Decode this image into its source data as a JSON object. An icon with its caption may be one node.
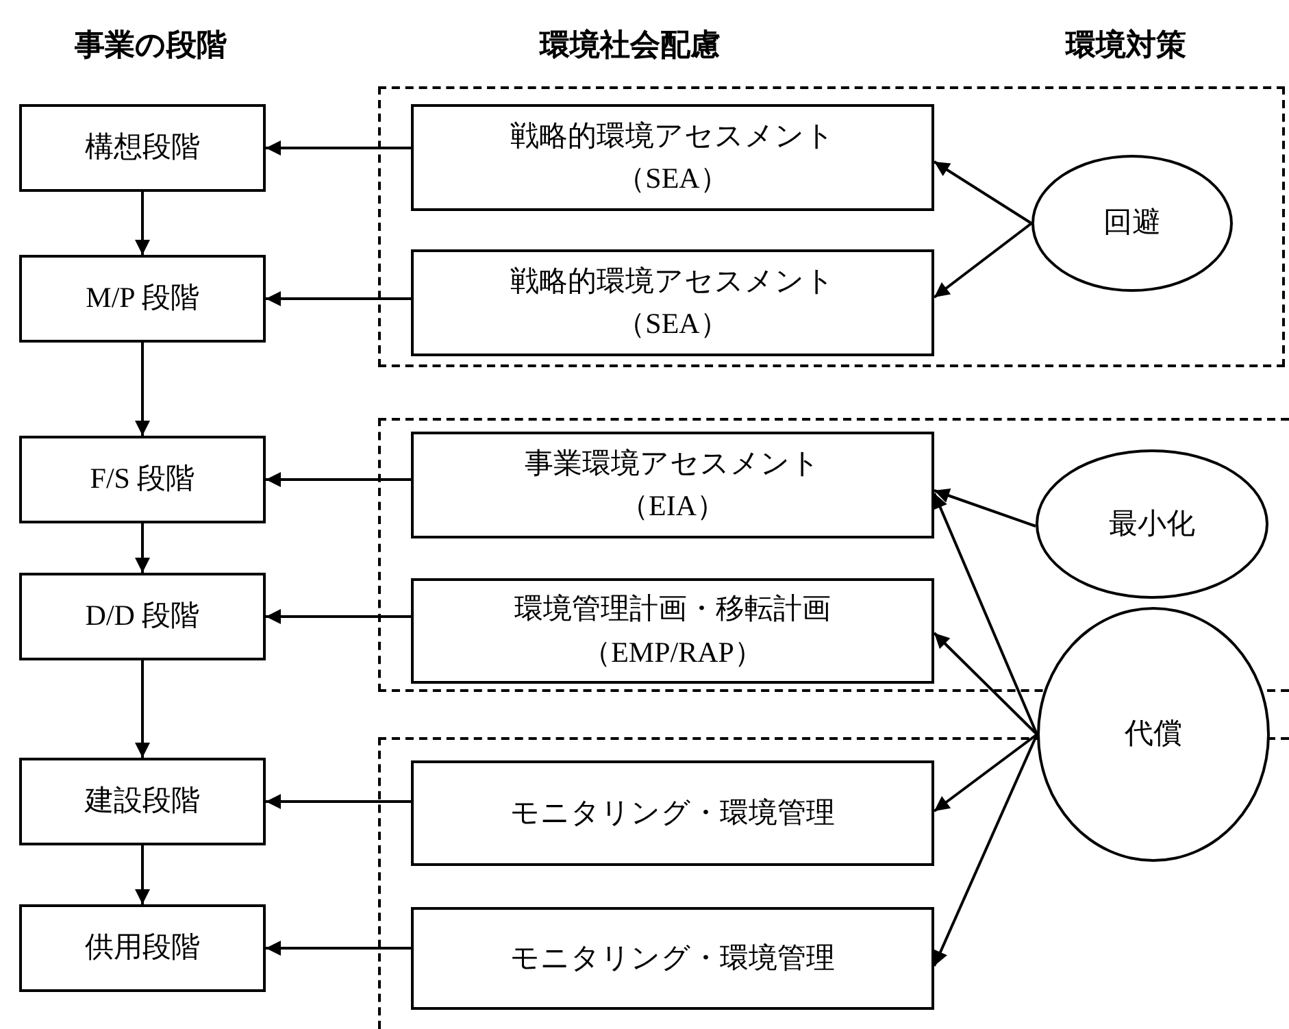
{
  "diagram": {
    "nodes": [
      {
        "text": [],
        "shape": "box"
      },
      {
        "text": [
          "構想段階"
        ]
      },
      {
        "text": [
          "戦略的環境アセスメント（SEA）"
        ],
        "in": 0
      },
      {
        "text": [
          "回避"
        ],
        "in": 0
      },
      {
        "text": [
          "M/P 段階"
        ]
      },
      {
        "text": [
          "戦略的環境アセスメント（SEA）"
        ],
        "in": 0
      },
      {
        "text": [],
        "shape": "box"
      },
      {
        "text": [
          "F/S 段階"
        ]
      },
      {
        "text": [
          "事業環境アセスメント（EIA）"
        ],
        "in": 6
      },
      {
        "text": [
          "最小化"
        ],
        "in": 6
      },
      {
        "text": [
          "D/D 段階"
        ]
      },
      {
        "text": [
          "環境管理計画・移転計画（EMP/RAP）"
        ],
        "in": 6
      },
      {
        "text": [],
        "shape": "box"
      },
      {
        "text": [
          "建設段階"
        ]
      },
      {
        "text": [
          "モニタリング・環境管理"
        ],
        "in": 12
      },
      {
        "text": [
          "代償"
        ]
      },
      {
        "text": [
          "供用段階"
        ]
      },
      {
        "text": [
          "モニタリング・環境管理"
        ],
        "in": 12
      }
    ],
    "edges": [
      {
        "from": 1,
        "to": 4,
        "arrow": "to"
      },
      {
        "from": 4,
        "to": 7,
        "arrow": "to"
      },
      {
        "from": 7,
        "to": 10,
        "arrow": "to"
      },
      {
        "from": 10,
        "to": 13,
        "arrow": "to"
      },
      {
        "from": 13,
        "to": 16,
        "arrow": "to"
      },
      {
        "from": 2,
        "to": 1,
        "arrow": "to"
      },
      {
        "from": 5,
        "to": 4,
        "arrow": "to"
      },
      {
        "from": 8,
        "to": 7,
        "arrow": "to"
      },
      {
        "from": 11,
        "to": 10,
        "arrow": "to"
      },
      {
        "from": 14,
        "to": 13,
        "arrow": "to"
      },
      {
        "from": 17,
        "to": 16,
        "arrow": "to"
      },
      {
        "from": 3,
        "to": 2,
        "arrow": "to"
      },
      {
        "from": 3,
        "to": 5,
        "arrow": "to"
      },
      {
        "from": 9,
        "to": 8,
        "arrow": "to"
      },
      {
        "from": 15,
        "to": 8,
        "arrow": "to"
      },
      {
        "from": 15,
        "to": 11,
        "arrow": "to"
      },
      {
        "from": 15,
        "to": 14,
        "arrow": "to"
      },
      {
        "from": 15,
        "to": 17,
        "arrow": "to"
      }
    ],
    "labels": [
      "事業の段階",
      "環境社会配慮",
      "環境対策"
    ]
  }
}
